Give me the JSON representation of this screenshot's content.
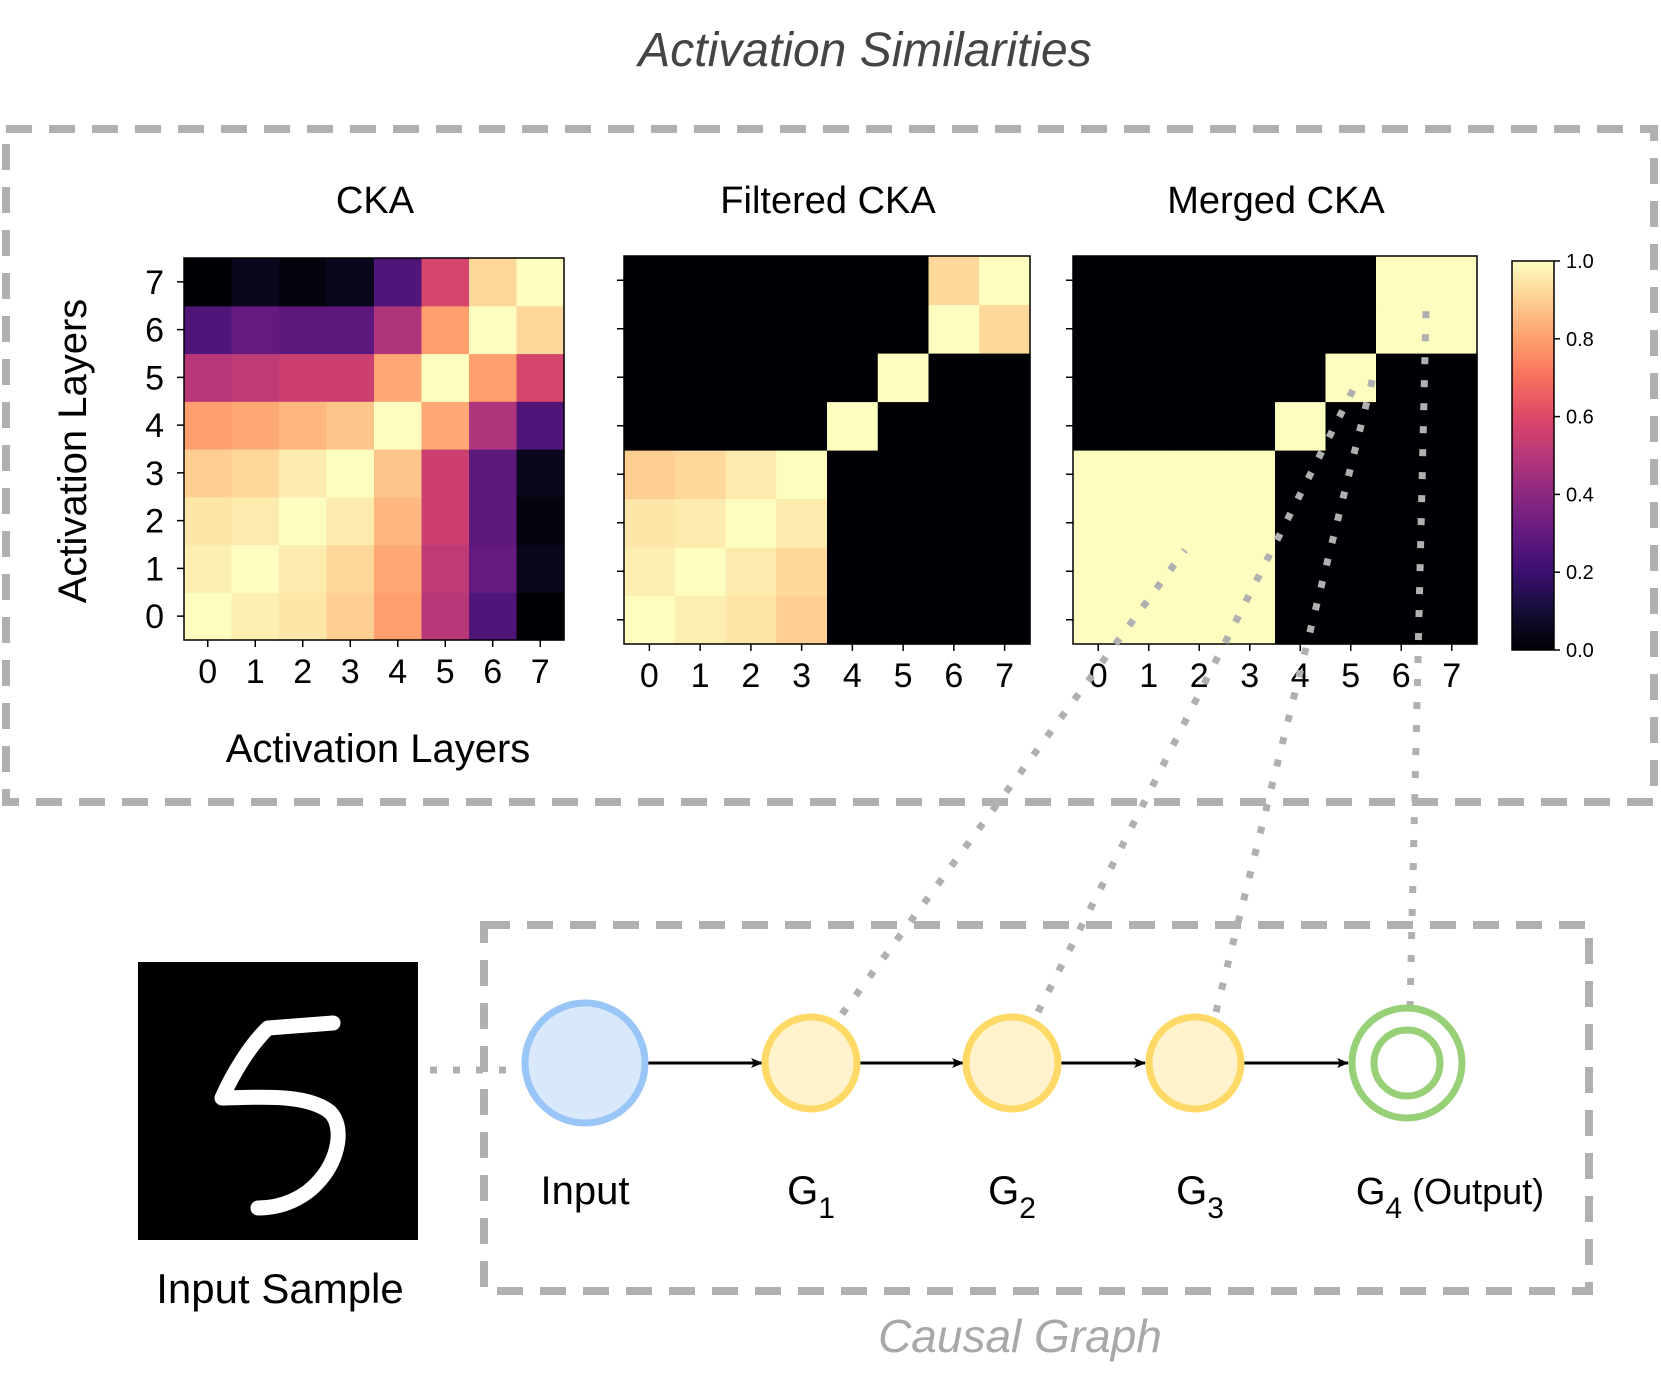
{
  "title": "Activation Similarities",
  "colorbar": {
    "ticks": [
      "0.0",
      "0.2",
      "0.4",
      "0.6",
      "0.8",
      "1.0"
    ]
  },
  "axes": {
    "xlabel": "Activation Layers",
    "ylabel": "Activation Layers",
    "tick_labels": [
      "0",
      "1",
      "2",
      "3",
      "4",
      "5",
      "6",
      "7"
    ]
  },
  "chart_data": [
    {
      "type": "heatmap",
      "title": "CKA",
      "xlabel": "Activation Layers",
      "ylabel": "Activation Layers",
      "x": [
        0,
        1,
        2,
        3,
        4,
        5,
        6,
        7
      ],
      "y": [
        0,
        1,
        2,
        3,
        4,
        5,
        6,
        7
      ],
      "zlim": [
        0.0,
        1.0
      ],
      "values": [
        [
          1.0,
          0.97,
          0.95,
          0.9,
          0.8,
          0.5,
          0.25,
          0.0
        ],
        [
          0.97,
          1.0,
          0.96,
          0.92,
          0.82,
          0.52,
          0.3,
          0.05
        ],
        [
          0.95,
          0.96,
          1.0,
          0.96,
          0.85,
          0.55,
          0.28,
          0.02
        ],
        [
          0.9,
          0.92,
          0.96,
          1.0,
          0.88,
          0.55,
          0.28,
          0.05
        ],
        [
          0.8,
          0.82,
          0.85,
          0.88,
          1.0,
          0.82,
          0.48,
          0.25
        ],
        [
          0.5,
          0.52,
          0.55,
          0.55,
          0.82,
          1.0,
          0.8,
          0.58
        ],
        [
          0.25,
          0.3,
          0.28,
          0.28,
          0.48,
          0.8,
          1.0,
          0.92
        ],
        [
          0.0,
          0.05,
          0.02,
          0.05,
          0.25,
          0.58,
          0.92,
          1.0
        ]
      ]
    },
    {
      "type": "heatmap",
      "title": "Filtered CKA",
      "x": [
        0,
        1,
        2,
        3,
        4,
        5,
        6,
        7
      ],
      "y": [
        0,
        1,
        2,
        3,
        4,
        5,
        6,
        7
      ],
      "zlim": [
        0.0,
        1.0
      ],
      "values": [
        [
          1.0,
          0.97,
          0.95,
          0.9,
          0,
          0,
          0,
          0
        ],
        [
          0.97,
          1.0,
          0.96,
          0.92,
          0,
          0,
          0,
          0
        ],
        [
          0.95,
          0.96,
          1.0,
          0.96,
          0,
          0,
          0,
          0
        ],
        [
          0.9,
          0.92,
          0.96,
          1.0,
          0,
          0,
          0,
          0
        ],
        [
          0,
          0,
          0,
          0,
          1.0,
          0,
          0,
          0
        ],
        [
          0,
          0,
          0,
          0,
          0,
          1.0,
          0,
          0
        ],
        [
          0,
          0,
          0,
          0,
          0,
          0,
          1.0,
          0.92
        ],
        [
          0,
          0,
          0,
          0,
          0,
          0,
          0.92,
          1.0
        ]
      ]
    },
    {
      "type": "heatmap",
      "title": "Merged CKA",
      "x": [
        0,
        1,
        2,
        3,
        4,
        5,
        6,
        7
      ],
      "y": [
        0,
        1,
        2,
        3,
        4,
        5,
        6,
        7
      ],
      "zlim": [
        0.0,
        1.0
      ],
      "values": [
        [
          1,
          1,
          1,
          1,
          0,
          0,
          0,
          0
        ],
        [
          1,
          1,
          1,
          1,
          0,
          0,
          0,
          0
        ],
        [
          1,
          1,
          1,
          1,
          0,
          0,
          0,
          0
        ],
        [
          1,
          1,
          1,
          1,
          0,
          0,
          0,
          0
        ],
        [
          0,
          0,
          0,
          0,
          1,
          0,
          0,
          0
        ],
        [
          0,
          0,
          0,
          0,
          0,
          1,
          0,
          0
        ],
        [
          0,
          0,
          0,
          0,
          0,
          0,
          1,
          1
        ],
        [
          0,
          0,
          0,
          0,
          0,
          0,
          1,
          1
        ]
      ]
    }
  ],
  "input_sample": {
    "label": "Input Sample"
  },
  "causal_graph": {
    "label": "Causal Graph",
    "nodes": [
      {
        "label": "Input",
        "sub": "",
        "suffix": ""
      },
      {
        "label": "G",
        "sub": "1",
        "suffix": ""
      },
      {
        "label": "G",
        "sub": "2",
        "suffix": ""
      },
      {
        "label": "G",
        "sub": "3",
        "suffix": ""
      },
      {
        "label": "G",
        "sub": "4",
        "suffix": " (Output)"
      }
    ],
    "colors": {
      "input_fill": "#dae8fc",
      "input_stroke": "#99c6f7",
      "group_fill": "#fff2cc",
      "group_stroke": "#ffd966",
      "output_stroke": "#97d077"
    }
  }
}
